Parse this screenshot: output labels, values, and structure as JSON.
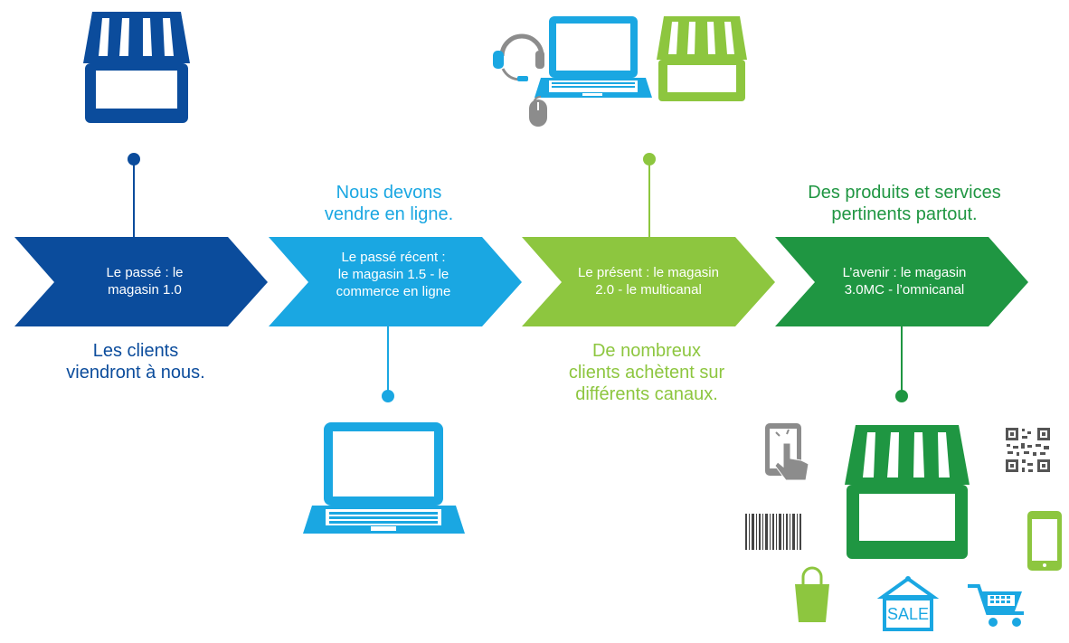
{
  "colors": {
    "dark_blue": "#0b4c9c",
    "light_blue": "#1aa7e2",
    "light_green": "#8dc63f",
    "dark_green": "#1f9642",
    "gray": "#8c8c8c"
  },
  "stages": [
    {
      "label": "Le passé : le\nmagasin 1.0",
      "caption": "Les clients\nviendront à nous."
    },
    {
      "label": "Le passé récent :\nle magasin 1.5  - le\ncommerce en ligne",
      "caption": "Nous devons\nvendre en ligne."
    },
    {
      "label": "Le présent : le magasin\n2.0  - le multicanal",
      "caption": "De nombreux\nclients achètent sur\ndifférents canaux."
    },
    {
      "label": "L’avenir : le magasin\n3.0MC  - l’omnicanal",
      "caption": "Des produits et services\npertinents partout."
    }
  ],
  "icons": {
    "stage1": [
      "store-icon"
    ],
    "stage2": [
      "laptop-icon"
    ],
    "stage3": [
      "headset-icon",
      "laptop-icon",
      "mouse-icon",
      "store-icon"
    ],
    "stage4": [
      "store-icon",
      "tablet-touch-icon",
      "qr-code-icon",
      "barcode-icon",
      "mobile-phone-icon",
      "shopping-bag-icon",
      "sale-sign-icon",
      "shopping-cart-icon"
    ]
  },
  "sale_sign_text": "SALE"
}
